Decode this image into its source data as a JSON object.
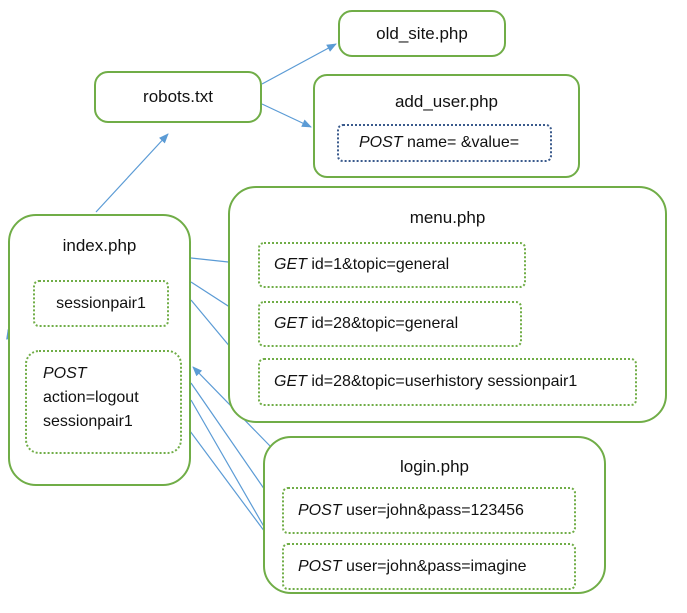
{
  "colors": {
    "box_border": "#70ad47",
    "arrow": "#5b9bd5",
    "dotted_blue": "#3a5a8c"
  },
  "nodes": {
    "old_site": {
      "title": "old_site.php"
    },
    "robots": {
      "title": "robots.txt"
    },
    "add_user": {
      "title": "add_user.php",
      "req": {
        "method": "POST",
        "params": "name=  &value="
      }
    },
    "menu": {
      "title": "menu.php",
      "reqs": [
        {
          "method": "GET",
          "params": "id=1&topic=general"
        },
        {
          "method": "GET",
          "params": "id=28&topic=general"
        },
        {
          "method": "GET",
          "params": "id=28&topic=userhistory sessionpair1"
        }
      ]
    },
    "index": {
      "title": "index.php",
      "session": "sessionpair1",
      "post": {
        "method": "POST",
        "line1": "action=logout",
        "line2": "sessionpair1"
      }
    },
    "login": {
      "title": "login.php",
      "reqs": [
        {
          "method": "POST",
          "params": "user=john&pass=123456"
        },
        {
          "method": "POST",
          "params": "user=john&pass=imagine"
        }
      ]
    }
  }
}
